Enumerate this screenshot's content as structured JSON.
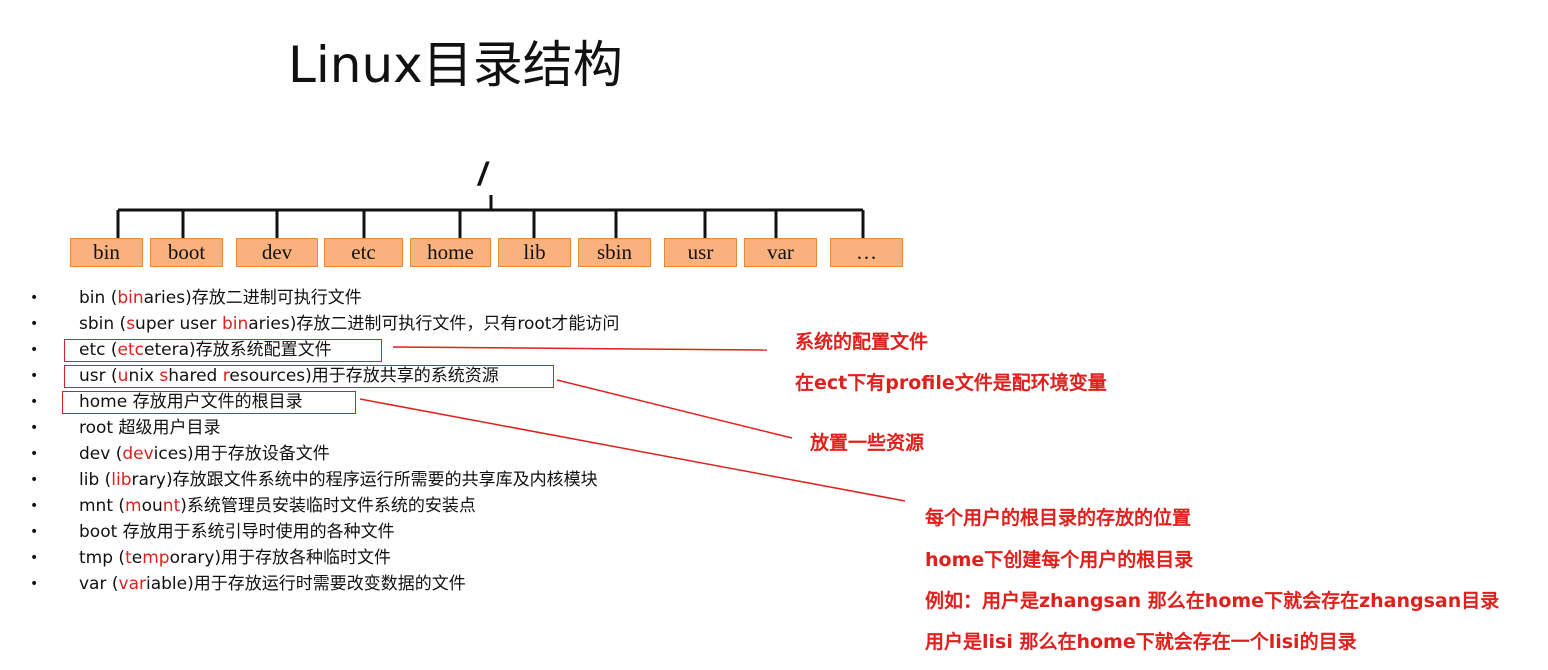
{
  "title": "Linux目录结构",
  "tree": {
    "root": "/",
    "dirs": [
      "bin",
      "boot",
      "dev",
      "etc",
      "home",
      "lib",
      "sbin",
      "usr",
      "var",
      "…"
    ],
    "colors": {
      "box_fill": "#f9b27d",
      "box_border": "#e88a3c",
      "line": "#111111"
    }
  },
  "bullet_symbol": "•",
  "bullets": [
    {
      "parts": [
        {
          "t": "bin ("
        },
        {
          "t": "bin",
          "red": true
        },
        {
          "t": "aries)存放二进制可执行文件"
        }
      ]
    },
    {
      "parts": [
        {
          "t": "sbin ("
        },
        {
          "t": "s",
          "red": true
        },
        {
          "t": "uper user "
        },
        {
          "t": "bin",
          "red": true
        },
        {
          "t": "aries)存放二进制可执行文件，只有root才能访问"
        }
      ]
    },
    {
      "parts": [
        {
          "t": "etc ("
        },
        {
          "t": "etc",
          "red": true
        },
        {
          "t": "etera)存放系统配置文件"
        }
      ]
    },
    {
      "parts": [
        {
          "t": "usr ("
        },
        {
          "t": "u",
          "red": true
        },
        {
          "t": "nix "
        },
        {
          "t": "s",
          "red": true
        },
        {
          "t": "hared "
        },
        {
          "t": "r",
          "red": true
        },
        {
          "t": "esources)用于存放共享的系统资源"
        }
      ]
    },
    {
      "parts": [
        {
          "t": "home 存放用户文件的根目录"
        }
      ]
    },
    {
      "parts": [
        {
          "t": "root 超级用户目录"
        }
      ]
    },
    {
      "parts": [
        {
          "t": "dev ("
        },
        {
          "t": "dev",
          "red": true
        },
        {
          "t": "ices)用于存放设备文件"
        }
      ]
    },
    {
      "parts": [
        {
          "t": "lib ("
        },
        {
          "t": "lib",
          "red": true
        },
        {
          "t": "rary)存放跟文件系统中的程序运行所需要的共享库及内核模块"
        }
      ]
    },
    {
      "parts": [
        {
          "t": "mnt ("
        },
        {
          "t": "m",
          "red": true
        },
        {
          "t": "ou"
        },
        {
          "t": "nt",
          "red": true
        },
        {
          "t": ")系统管理员安装临时文件系统的安装点"
        }
      ]
    },
    {
      "parts": [
        {
          "t": "boot 存放用于系统引导时使用的各种文件"
        }
      ]
    },
    {
      "parts": [
        {
          "t": "tmp ("
        },
        {
          "t": "t",
          "red": true
        },
        {
          "t": "e"
        },
        {
          "t": "mp",
          "red": true
        },
        {
          "t": "orary)用于存放各种临时文件"
        }
      ]
    },
    {
      "parts": [
        {
          "t": "var ("
        },
        {
          "t": "var",
          "red": true
        },
        {
          "t": "iable)用于存放运行时需要改变数据的文件"
        }
      ]
    }
  ],
  "annotations": {
    "etc_note_1": "系统的配置文件",
    "etc_note_2": "在ect下有profile文件是配环境变量",
    "usr_note": "放置一些资源",
    "home_note_1": "每个用户的根目录的存放的位置",
    "home_note_2": "home下创建每个用户的根目录",
    "home_note_3": "例如：用户是zhangsan 那么在home下就会存在zhangsan目录",
    "home_note_4": "用户是lisi 那么在home下就会存在一个lisi的目录"
  },
  "accent_color": "#e0201c"
}
